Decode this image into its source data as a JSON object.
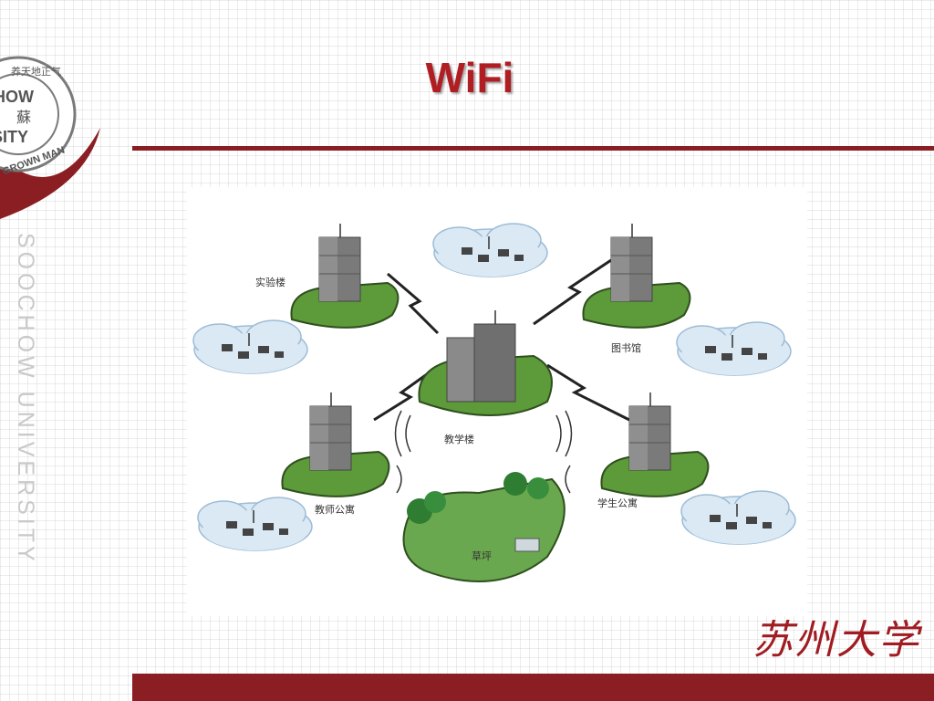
{
  "slide": {
    "title": "WiFi",
    "side_text": "SOOCHOW UNIVERSITY",
    "brand_text": "苏州大学"
  },
  "logo": {
    "ring_text_top": "养天地正气",
    "ring_text_bottom": "GROWN MAN",
    "center_line1": "CHOW",
    "center_line2": "蘇",
    "center_line3": "RSITY"
  },
  "diagram": {
    "nodes": {
      "lab": "实验楼",
      "library": "图书馆",
      "teaching": "教学楼",
      "teachers_apartment": "教师公寓",
      "students_apartment": "学生公寓",
      "lawn": "草坪"
    }
  },
  "colors": {
    "accent": "#8b1e22",
    "title": "#b01e24",
    "grass": "#5c9a3a",
    "cloud": "#dbe9f4"
  }
}
